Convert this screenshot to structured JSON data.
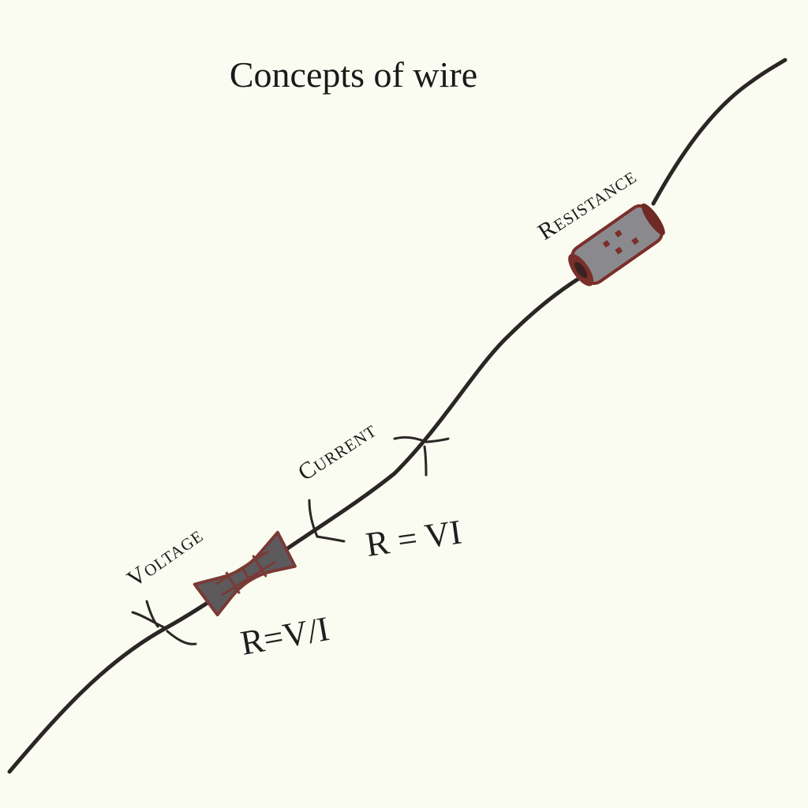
{
  "diagram": {
    "title": "Concepts of wire",
    "labels": {
      "resistance": "Resistance",
      "current": "Current",
      "voltage": "Voltage"
    },
    "formulas": {
      "upper": "R = VI",
      "lower": "R=V/I"
    },
    "colors": {
      "background": "#fbfcf1",
      "wire": "#2b2626",
      "resistor_body": "#8a8a8e",
      "resistor_cap": "#7a2f2a",
      "component_body": "#5d5a5e",
      "component_outline": "#7a3a35"
    }
  }
}
